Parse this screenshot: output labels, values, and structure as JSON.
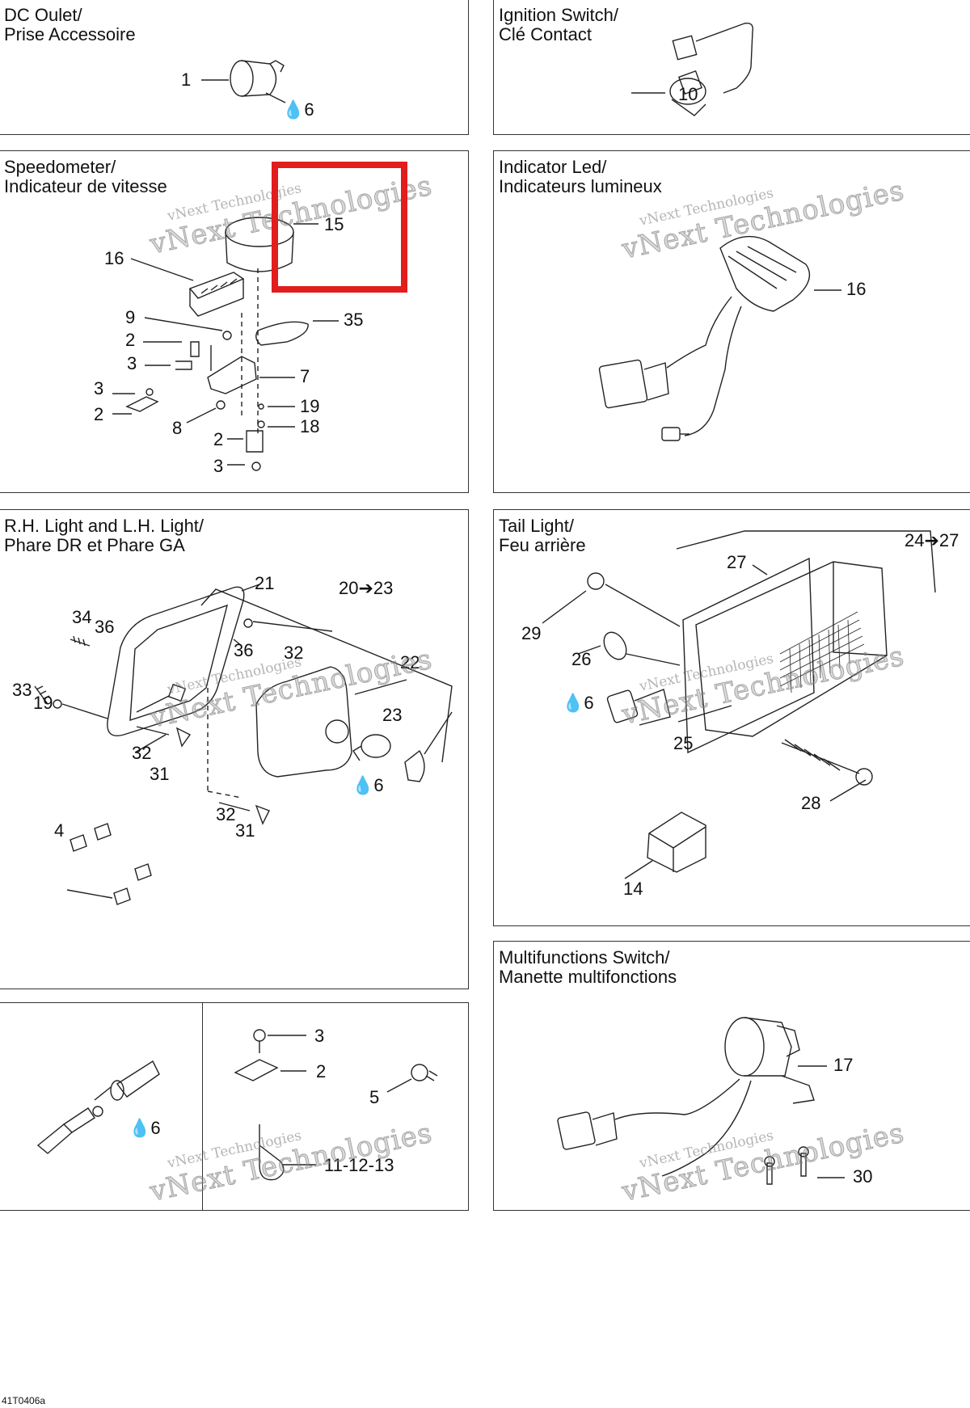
{
  "panels": {
    "dc_outlet": {
      "title1": "DC Oulet/",
      "title2": "Prise Accessoire",
      "callouts": [
        "1",
        "6"
      ]
    },
    "ignition": {
      "title1": "Ignition Switch/",
      "title2": "Clé Contact",
      "callouts": [
        "10"
      ]
    },
    "speedometer": {
      "title1": "Speedometer/",
      "title2": "Indicateur de vitesse",
      "callouts": [
        "15",
        "16",
        "9",
        "2",
        "3",
        "35",
        "7",
        "3",
        "19",
        "2",
        "18",
        "8",
        "2",
        "3"
      ]
    },
    "indicator": {
      "title1": "Indicator Led/",
      "title2": "Indicateurs lumineux",
      "callouts": [
        "16"
      ]
    },
    "lights": {
      "title1": "R.H. Light and L.H. Light/",
      "title2": "Phare DR et Phare GA",
      "callouts": [
        "21",
        "20➔23",
        "34",
        "36",
        "36",
        "32",
        "22",
        "33",
        "19",
        "23",
        "32",
        "31",
        "6",
        "32",
        "4",
        "31"
      ]
    },
    "tail": {
      "title1": "Tail Light/",
      "title2": "Feu arrière",
      "callouts": [
        "24➔27",
        "27",
        "29",
        "26",
        "6",
        "25",
        "28",
        "14"
      ]
    },
    "connector": {
      "callouts": [
        "6"
      ]
    },
    "hardware": {
      "callouts": [
        "3",
        "2",
        "5",
        "11-12-13"
      ]
    },
    "multifunction": {
      "title1": "Multifunctions Switch/",
      "title2": "Manette multifonctions",
      "callouts": [
        "17",
        "30"
      ]
    }
  },
  "watermark": {
    "line1": "vNext Technologies",
    "line2": "vNext Technologies"
  },
  "footer": {
    "code": "41T0406a"
  },
  "colors": {
    "highlight": "#e21d1d",
    "line": "#333333"
  }
}
